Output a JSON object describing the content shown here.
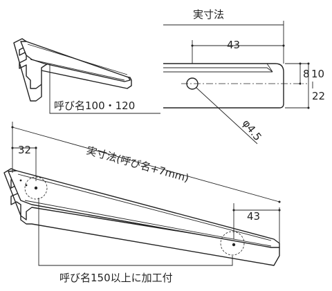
{
  "labels": {
    "top_title": "実寸法",
    "dim_43_top": "43",
    "dim_8": "8",
    "dim_10": "10",
    "dim_22": "22",
    "hole_dia": "φ4.5",
    "nominal_small": "呼び名100・120",
    "bottom_title": "実寸法(呼び名+7mm)",
    "dim_32": "32",
    "dim_43_bottom": "43",
    "nominal_large": "呼び名150以上に加工付"
  }
}
